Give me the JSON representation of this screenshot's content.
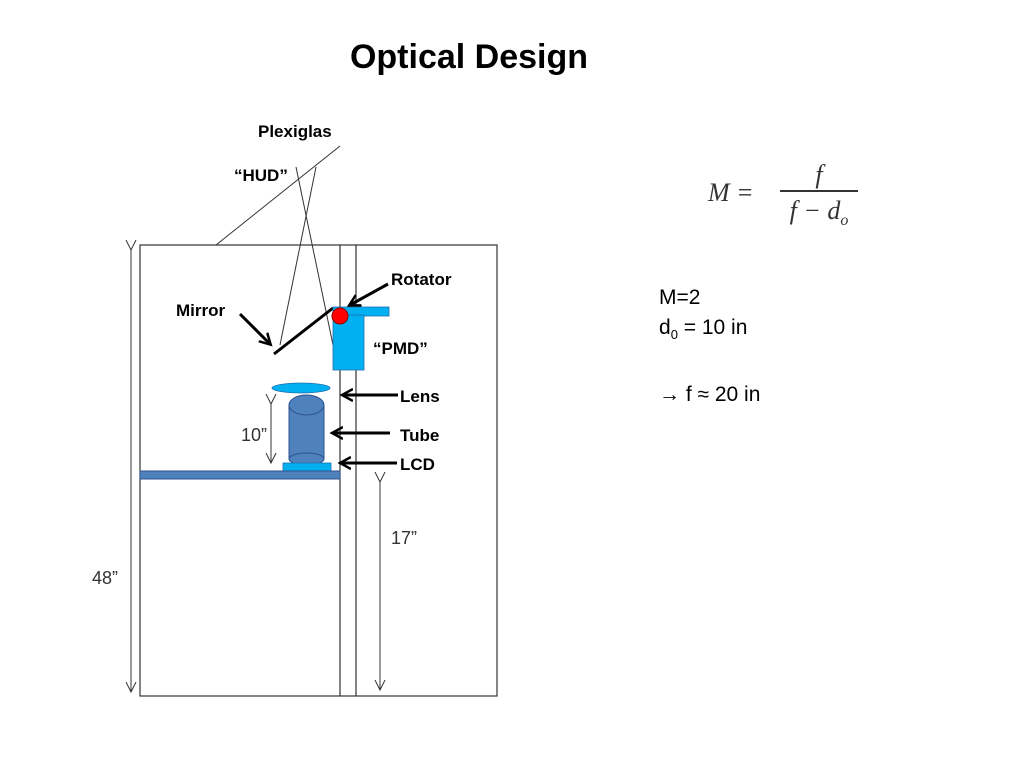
{
  "slide": {
    "title": "Optical Design"
  },
  "diagram": {
    "labels": {
      "plexiglas": "Plexiglas",
      "hud": "“HUD”",
      "mirror": "Mirror",
      "rotator": "Rotator",
      "pmd": "“PMD”",
      "lens": "Lens",
      "tube": "Tube",
      "lcd": "LCD"
    },
    "dimensions": {
      "tube_height": "10”",
      "cabinet_height": "48”",
      "shelf_height": "17”"
    },
    "colors": {
      "component_light_blue": "#00b0f0",
      "tube_blue": "#4f81bd",
      "shelf_blue": "#4f81bd",
      "rotator_dot": "#ff0000"
    }
  },
  "formula": {
    "lhs": "M =",
    "numerator": "f",
    "denominator_f": "f − d",
    "denominator_sub": "o"
  },
  "notes": {
    "magnification": "M=2",
    "distance_var": "d",
    "distance_sub": "0",
    "distance_value": " = 10 in",
    "result": "→ f ≈ 20 in"
  }
}
